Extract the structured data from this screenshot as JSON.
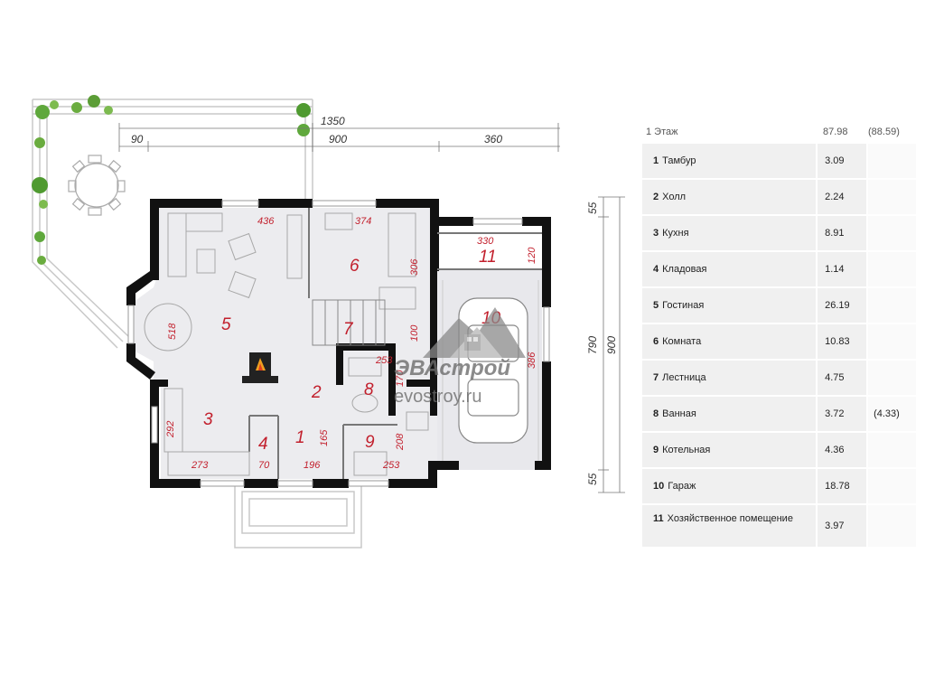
{
  "floor_plan": {
    "dims": {
      "top_total": "1350",
      "top_left": "90",
      "top_mid": "900",
      "top_right": "360",
      "right_top": "55",
      "right_mid": "790",
      "right_total": "900",
      "right_bottom": "55"
    },
    "room_numbers": [
      "1",
      "2",
      "3",
      "4",
      "5",
      "6",
      "7",
      "8",
      "9",
      "10",
      "11"
    ],
    "room_dims": {
      "d436": "436",
      "d374": "374",
      "d330": "330",
      "d306": "306",
      "d120": "120",
      "d518": "518",
      "d100": "100",
      "d253a": "253",
      "d170": "170",
      "d386": "386",
      "d292": "292",
      "d165": "165",
      "d208": "208",
      "d273": "273",
      "d70": "70",
      "d196": "196",
      "d253b": "253"
    },
    "watermark": {
      "brand": "ЭВАстрой",
      "site": "evostroy.ru"
    }
  },
  "area_table": {
    "floor_label": "1 Этаж",
    "floor_area": "87.98",
    "floor_area_total": "(88.59)",
    "rooms": [
      {
        "num": "1",
        "name": "Тамбур",
        "area": "3.09",
        "extra": ""
      },
      {
        "num": "2",
        "name": "Холл",
        "area": "2.24",
        "extra": ""
      },
      {
        "num": "3",
        "name": "Кухня",
        "area": "8.91",
        "extra": ""
      },
      {
        "num": "4",
        "name": "Кладовая",
        "area": "1.14",
        "extra": ""
      },
      {
        "num": "5",
        "name": "Гостиная",
        "area": "26.19",
        "extra": ""
      },
      {
        "num": "6",
        "name": "Комната",
        "area": "10.83",
        "extra": ""
      },
      {
        "num": "7",
        "name": "Лестница",
        "area": "4.75",
        "extra": ""
      },
      {
        "num": "8",
        "name": "Ванная",
        "area": "3.72",
        "extra": "(4.33)"
      },
      {
        "num": "9",
        "name": "Котельная",
        "area": "4.36",
        "extra": ""
      },
      {
        "num": "10",
        "name": "Гараж",
        "area": "18.78",
        "extra": ""
      },
      {
        "num": "11",
        "name": "Хозяйственное помещение",
        "area": "3.97",
        "extra": ""
      }
    ]
  }
}
